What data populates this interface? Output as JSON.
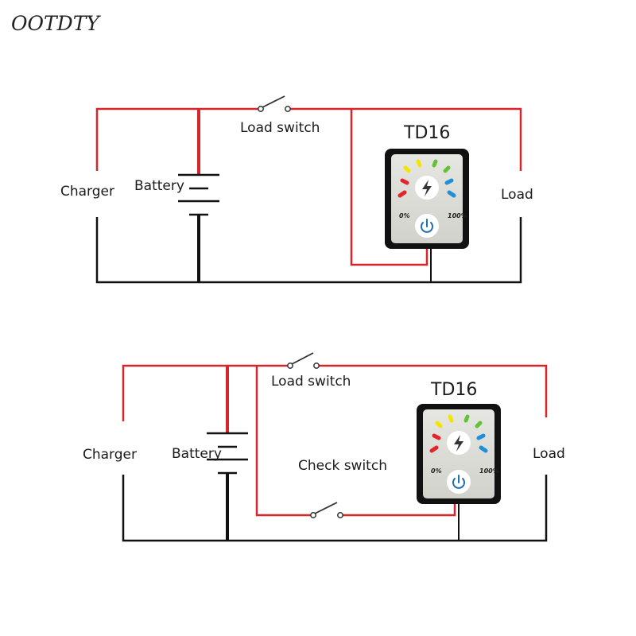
{
  "brand": "OOTDTY",
  "diagram_top": {
    "labels": {
      "charger": "Charger",
      "battery": "Battery",
      "load_switch": "Load switch",
      "load": "Load",
      "device": "TD16"
    },
    "meter": {
      "low": "0%",
      "high": "100%"
    }
  },
  "diagram_bottom": {
    "labels": {
      "charger": "Charger",
      "battery": "Battery",
      "load_switch": "Load switch",
      "check_switch": "Check switch",
      "load": "Load",
      "device": "TD16"
    },
    "meter": {
      "low": "0%",
      "high": "100%"
    }
  },
  "colors": {
    "positive_wire": "#d4262b",
    "negative_wire": "#111111",
    "led_red": "#e0262b",
    "led_yellow": "#f2e600",
    "led_green": "#63c23a",
    "led_blue": "#1f8fd8"
  }
}
